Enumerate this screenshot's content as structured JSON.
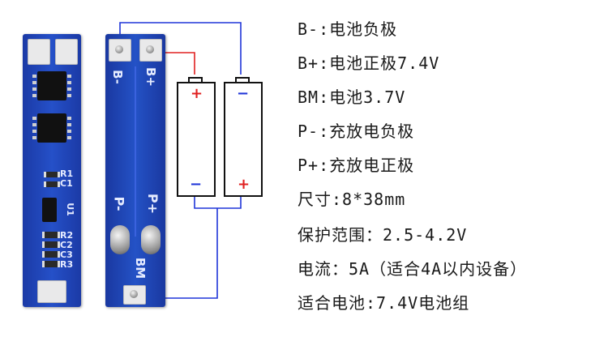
{
  "board": {
    "labels": [
      "R1",
      "C1",
      "U1",
      "R2",
      "C2",
      "C3",
      "R3"
    ],
    "terminals": {
      "b_minus": "B-",
      "b_plus": "B+",
      "p_minus": "P-",
      "p_plus": "P+",
      "bm": "BM"
    }
  },
  "batteries": {
    "sign_plus": "+",
    "sign_minus": "−"
  },
  "colors": {
    "positive_wire": "#e02020",
    "negative_wire": "#1f35d8",
    "pcb": "#1d3fb0"
  },
  "specs": [
    "B-:电池负极",
    "B+:电池正极7.4V",
    "BM:电池3.7V",
    "P-:充放电负极",
    "P+:充放电正极",
    "尺寸:8*38mm",
    "保护范围：2.5-4.2V",
    "电流：5A（适合4A以内设备）",
    "适合电池:7.4V电池组"
  ]
}
